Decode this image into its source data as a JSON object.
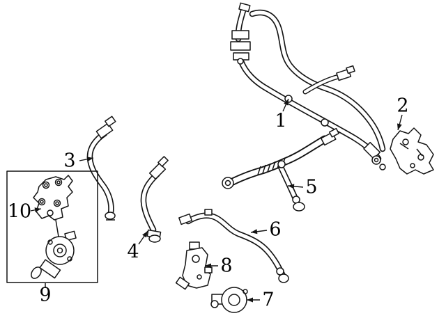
{
  "diagram": {
    "type": "auto-parts-line-diagram",
    "background_color": "#ffffff",
    "line_color": "#141414",
    "callouts": [
      "1",
      "2",
      "3",
      "4",
      "5",
      "6",
      "7",
      "8",
      "9",
      "10"
    ]
  }
}
